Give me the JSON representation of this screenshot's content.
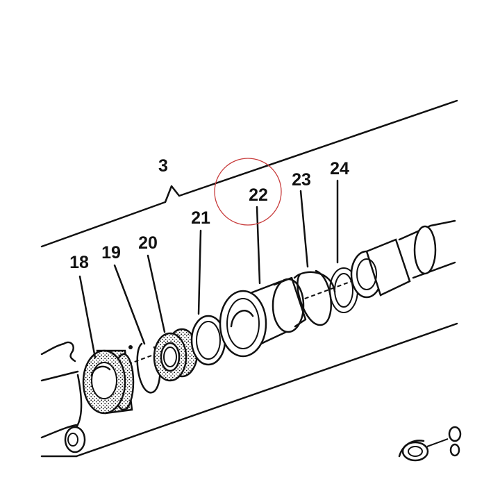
{
  "callouts": {
    "assembly": "3",
    "p18": "18",
    "p19": "19",
    "p20": "20",
    "p21": "21",
    "p22": "22",
    "p23": "23",
    "p24": "24"
  },
  "highlight": {
    "part": "22",
    "color": "#c83c3c"
  },
  "colors": {
    "ink": "#111111",
    "paper": "#ffffff"
  }
}
